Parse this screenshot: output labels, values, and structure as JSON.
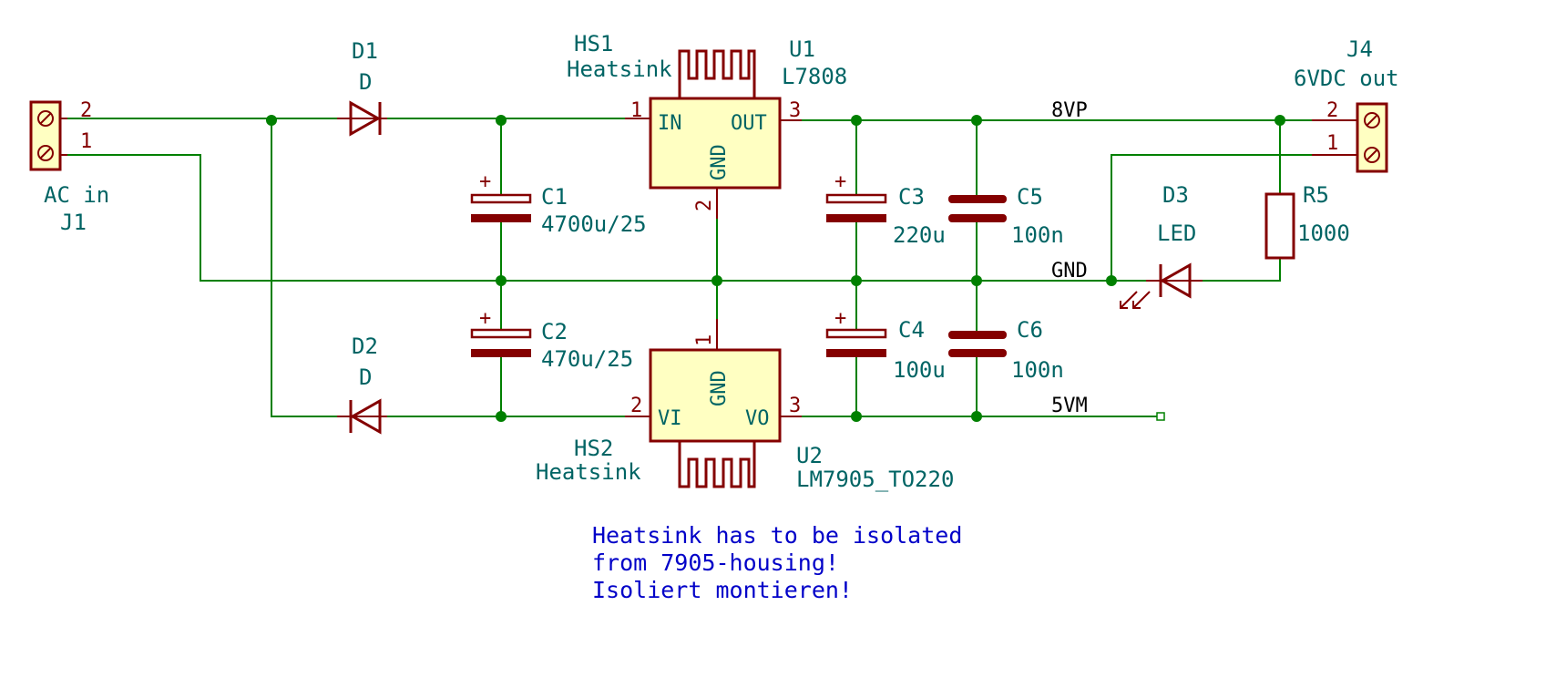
{
  "components": {
    "J1": {
      "ref": "J1",
      "value": "AC in",
      "pin2": "2",
      "pin1": "1"
    },
    "J4": {
      "ref": "J4",
      "value": "6VDC out",
      "pin2": "2",
      "pin1": "1"
    },
    "D1": {
      "ref": "D1",
      "value": "D"
    },
    "D2": {
      "ref": "D2",
      "value": "D"
    },
    "D3": {
      "ref": "D3",
      "value": "LED"
    },
    "HS1": {
      "ref": "HS1",
      "value": "Heatsink"
    },
    "HS2": {
      "ref": "HS2",
      "value": "Heatsink"
    },
    "U1": {
      "ref": "U1",
      "value": "L7808",
      "pin_in": "IN",
      "pin_out": "OUT",
      "pin_gnd": "GND",
      "n1": "1",
      "n2": "2",
      "n3": "3"
    },
    "U2": {
      "ref": "U2",
      "value": "LM7905_TO220",
      "pin_vi": "VI",
      "pin_vo": "VO",
      "pin_gnd": "GND",
      "n1": "1",
      "n2": "2",
      "n3": "3"
    },
    "C1": {
      "ref": "C1",
      "value": "4700u/25",
      "plus": "+"
    },
    "C2": {
      "ref": "C2",
      "value": "470u/25",
      "plus": "+"
    },
    "C3": {
      "ref": "C3",
      "value": "220u",
      "plus": "+"
    },
    "C4": {
      "ref": "C4",
      "value": "100u",
      "plus": "+"
    },
    "C5": {
      "ref": "C5",
      "value": "100n"
    },
    "C6": {
      "ref": "C6",
      "value": "100n"
    },
    "R5": {
      "ref": "R5",
      "value": "1000"
    }
  },
  "nets": {
    "p8": "8VP",
    "gnd": "GND",
    "m5": "5VM"
  },
  "note": {
    "line1": "Heatsink has to be isolated",
    "line2": "from 7905-housing!",
    "line3": "Isoliert montieren!"
  },
  "colors": {
    "wire": "#008000",
    "symbol": "#840000",
    "body_fill": "#ffffc2",
    "ref_text": "#006464",
    "note_text": "#0000c8"
  }
}
